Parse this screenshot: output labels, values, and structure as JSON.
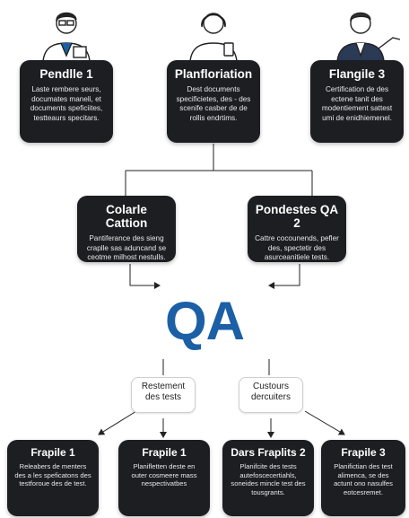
{
  "top_cards": [
    {
      "title": "Pendlle 1",
      "body": "Laste rembere seurs, documates maneli, et documents speficiites, testteaurs specitars."
    },
    {
      "title": "Planfloriation",
      "body": "Dest documents specificietes, des - des scenife casber de de rollis endrtims."
    },
    {
      "title": "Flangile 3",
      "body": "Certification de des ectene tanit des modentiement sattest umi de enidhiemenel."
    }
  ],
  "middle_cards": [
    {
      "title": "Colarle Cattion",
      "body": "Pantiferance des sieng craplle sas aduncand se ceotme milhost nestulls."
    },
    {
      "title": "Pondestes QA 2",
      "body": "Cattre cocounends, pefler des, spectetir des asurceanitiele tests."
    }
  ],
  "logo": "QA",
  "branches": [
    {
      "label": "Restement des tests"
    },
    {
      "label": "Custours dercuiters"
    }
  ],
  "bottom_cards": [
    {
      "title": "Frapile 1",
      "body": "Releabers de menters des a les speficatons des testforoue des de test."
    },
    {
      "title": "Frapile 1",
      "body": "Planifletten deste en outer cosmeere mass nespectivatbes"
    },
    {
      "title": "Dars Fraplits 2",
      "body": "Planifcite des tests autefoscecertiahls, soneides mincle test des tousgrants."
    },
    {
      "title": "Frapile 3",
      "body": "Planifictian des test alimenca, se des actunt ono nasulfes eotcesremet."
    }
  ],
  "colors": {
    "card": "#1d1e22",
    "accent": "#1b5fa6"
  }
}
